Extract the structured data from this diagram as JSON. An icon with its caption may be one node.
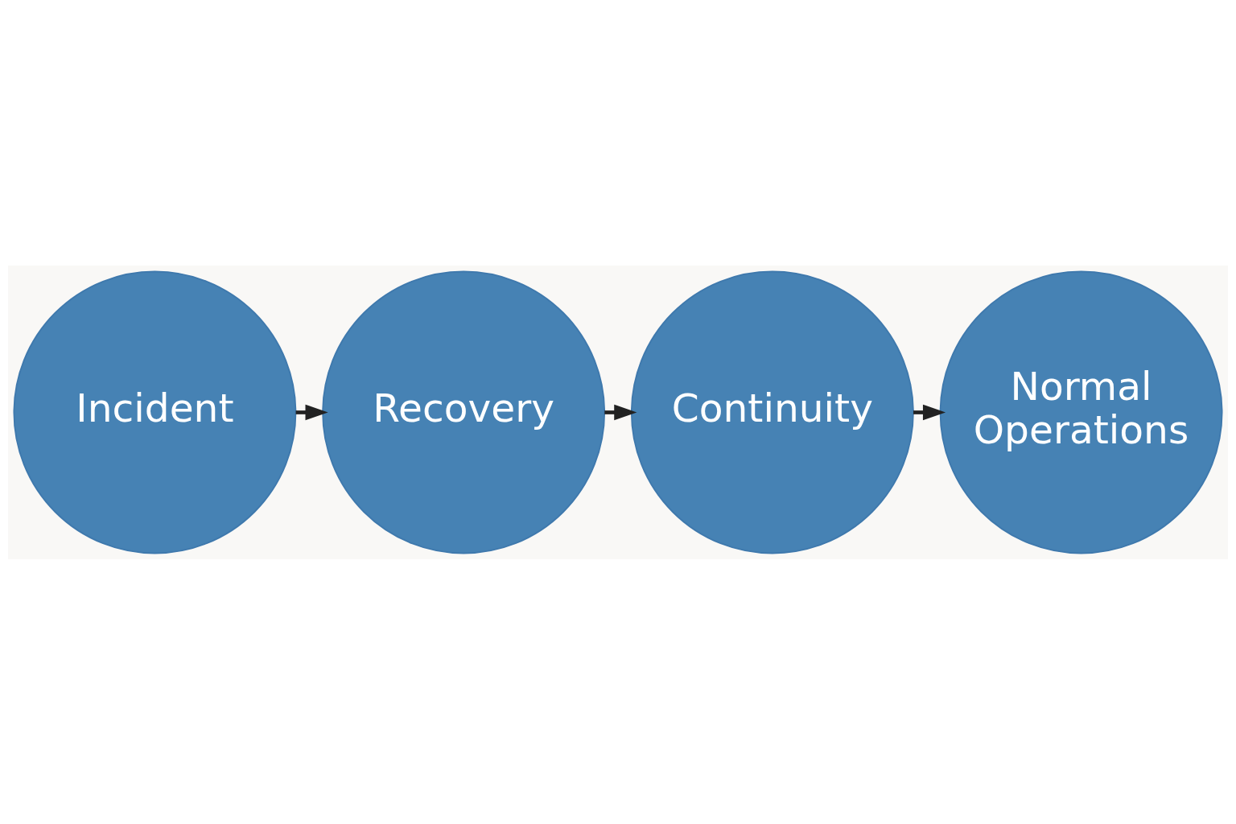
{
  "diagram": {
    "nodes": [
      {
        "text": [
          "Incident"
        ]
      },
      {
        "text": [
          "Recovery"
        ]
      },
      {
        "text": [
          "Continuity"
        ]
      },
      {
        "text": [
          "Normal Operations"
        ]
      }
    ],
    "edges": [
      {
        "from": 0,
        "to": 1,
        "arrow": "to"
      },
      {
        "from": 1,
        "to": 2,
        "arrow": "to"
      },
      {
        "from": 2,
        "to": 3,
        "arrow": "to"
      }
    ]
  }
}
